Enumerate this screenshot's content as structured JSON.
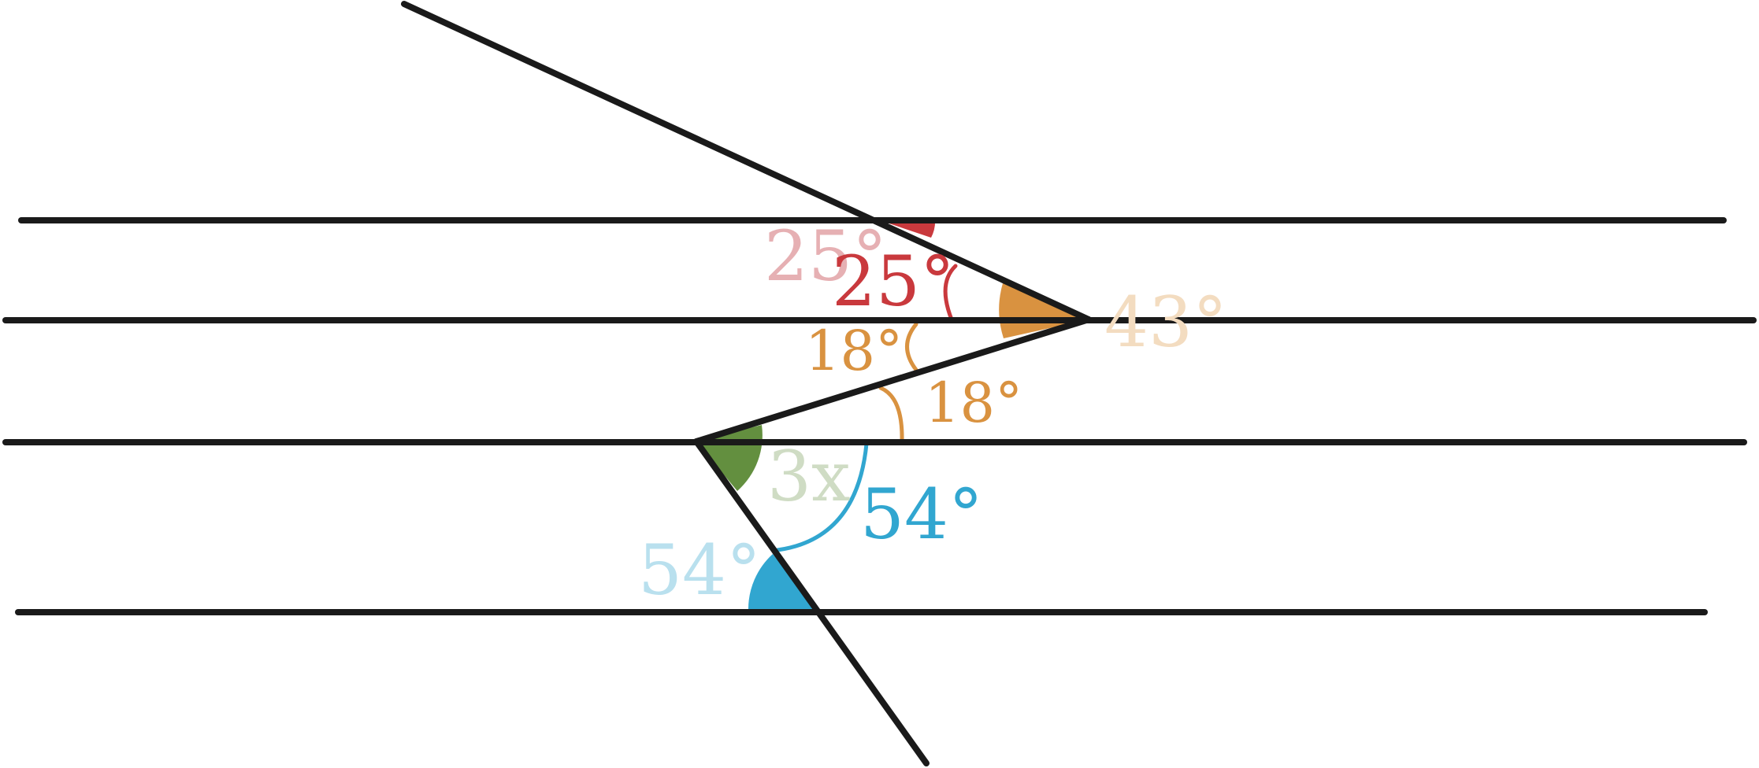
{
  "colors": {
    "line": "#1a1a1a",
    "red": "#c9393d",
    "red_light": "#e6b0b3",
    "orange": "#d99240",
    "orange_light": "#f3dcc0",
    "green": "#638f3f",
    "green_light": "#cfdcc4",
    "blue": "#31a6d0",
    "blue_light": "#b9e0ee"
  },
  "labels": {
    "angle_25_faded": "25°",
    "angle_25": "25°",
    "angle_43": "43°",
    "angle_18_upper": "18°",
    "angle_18_lower": "18°",
    "angle_3x": "3x",
    "angle_54_right": "54°",
    "angle_54_left": "54°"
  }
}
